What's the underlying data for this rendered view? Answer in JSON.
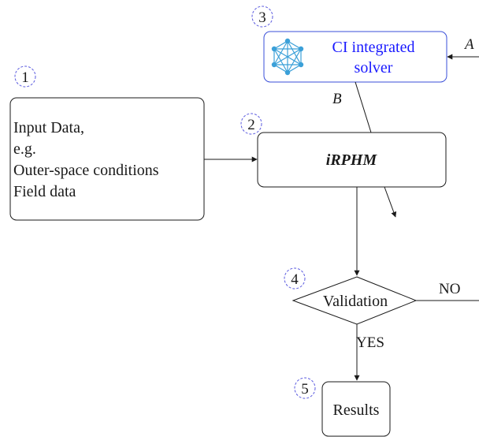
{
  "steps": [
    {
      "number": "1"
    },
    {
      "number": "2"
    },
    {
      "number": "3"
    },
    {
      "number": "4"
    },
    {
      "number": "5"
    }
  ],
  "input_box": {
    "lines": [
      "Input Data,",
      "e.g.",
      "Outer-space conditions",
      "Field data"
    ]
  },
  "model_box": {
    "label": "iRPHM"
  },
  "solver_box": {
    "lines": [
      "CI integrated",
      "solver"
    ],
    "text_color": "#1a1aff",
    "border_color": "#3a4fd8",
    "icon": "network-icon",
    "icon_color": "#3ba0d8"
  },
  "decision": {
    "label": "Validation"
  },
  "results_box": {
    "label": "Results"
  },
  "edge_labels": {
    "a": "A",
    "b": "B",
    "yes": "YES",
    "no": "NO"
  },
  "colors": {
    "line": "#1a1a1a",
    "step_circle": "#5a5adf",
    "text": "#1a1a1a"
  }
}
